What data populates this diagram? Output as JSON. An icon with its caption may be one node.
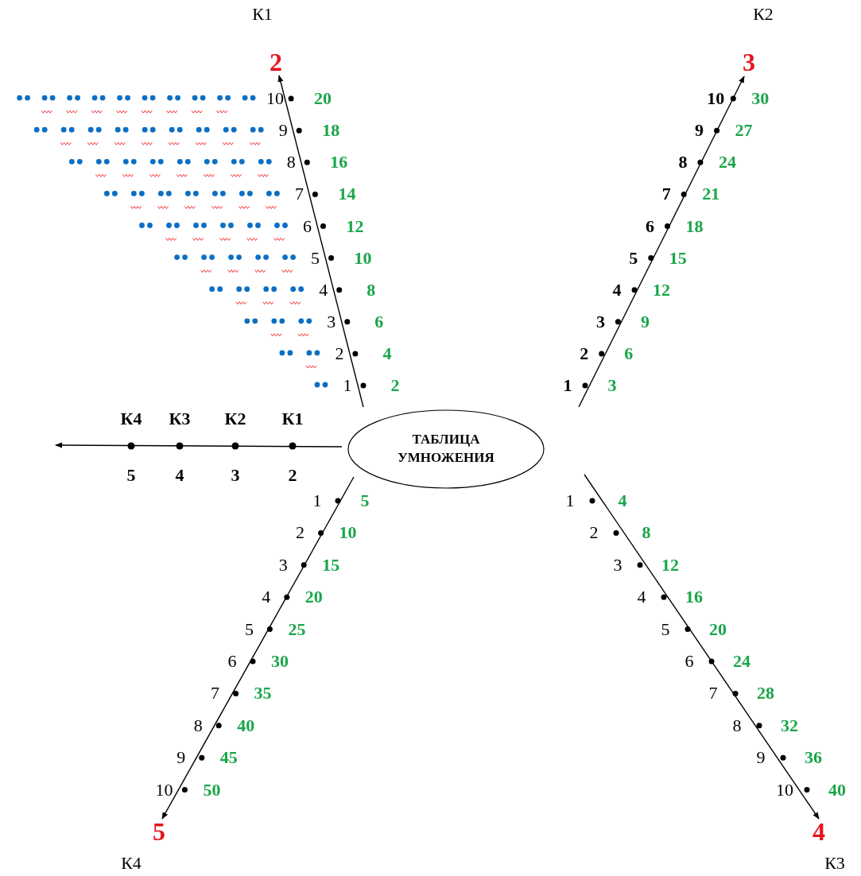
{
  "diagram": {
    "nodes": [
      {
        "text": [
          "ТАБЛИЦА УМНОЖЕНИЯ"
        ]
      },
      {
        "text": [
          "2"
        ],
        "beside": [
          "К1"
        ]
      },
      {
        "text": [
          "3"
        ],
        "beside": [
          "К2"
        ]
      },
      {
        "text": [
          "4"
        ],
        "beside": [
          "К3"
        ]
      },
      {
        "text": [
          "5"
        ],
        "beside": [
          "К4"
        ]
      }
    ],
    "edges": [
      {
        "from": 0,
        "to": 1,
        "arrow": "to"
      },
      {
        "from": 0,
        "to": 2,
        "arrow": "to"
      },
      {
        "from": 0,
        "to": 3,
        "arrow": "to"
      },
      {
        "from": 0,
        "to": 4,
        "arrow": "to"
      },
      {
        "from": 0,
        "to": null,
        "arrow": "to"
      }
    ],
    "labels": [
      "10",
      "20",
      "9",
      "18",
      "8",
      "16",
      "7",
      "14",
      "6",
      "12",
      "5",
      "10",
      "4",
      "8",
      "3",
      "6",
      "2",
      "4",
      "1",
      "2",
      "10",
      "30",
      "9",
      "27",
      "8",
      "24",
      "7",
      "21",
      "6",
      "18",
      "5",
      "15",
      "4",
      "12",
      "3",
      "9",
      "2",
      "6",
      "1",
      "3",
      "К4",
      "К3",
      "К2",
      "К1",
      "5",
      "4",
      "3",
      "2",
      "1",
      "5",
      "2",
      "10",
      "3",
      "15",
      "4",
      "20",
      "5",
      "25",
      "6",
      "30",
      "7",
      "35",
      "8",
      "40",
      "9",
      "45",
      "10",
      "50",
      "1",
      "4",
      "2",
      "8",
      "3",
      "12",
      "4",
      "16",
      "5",
      "20",
      "6",
      "24",
      "7",
      "28",
      "8",
      "32",
      "9",
      "36",
      "10",
      "40"
    ]
  }
}
